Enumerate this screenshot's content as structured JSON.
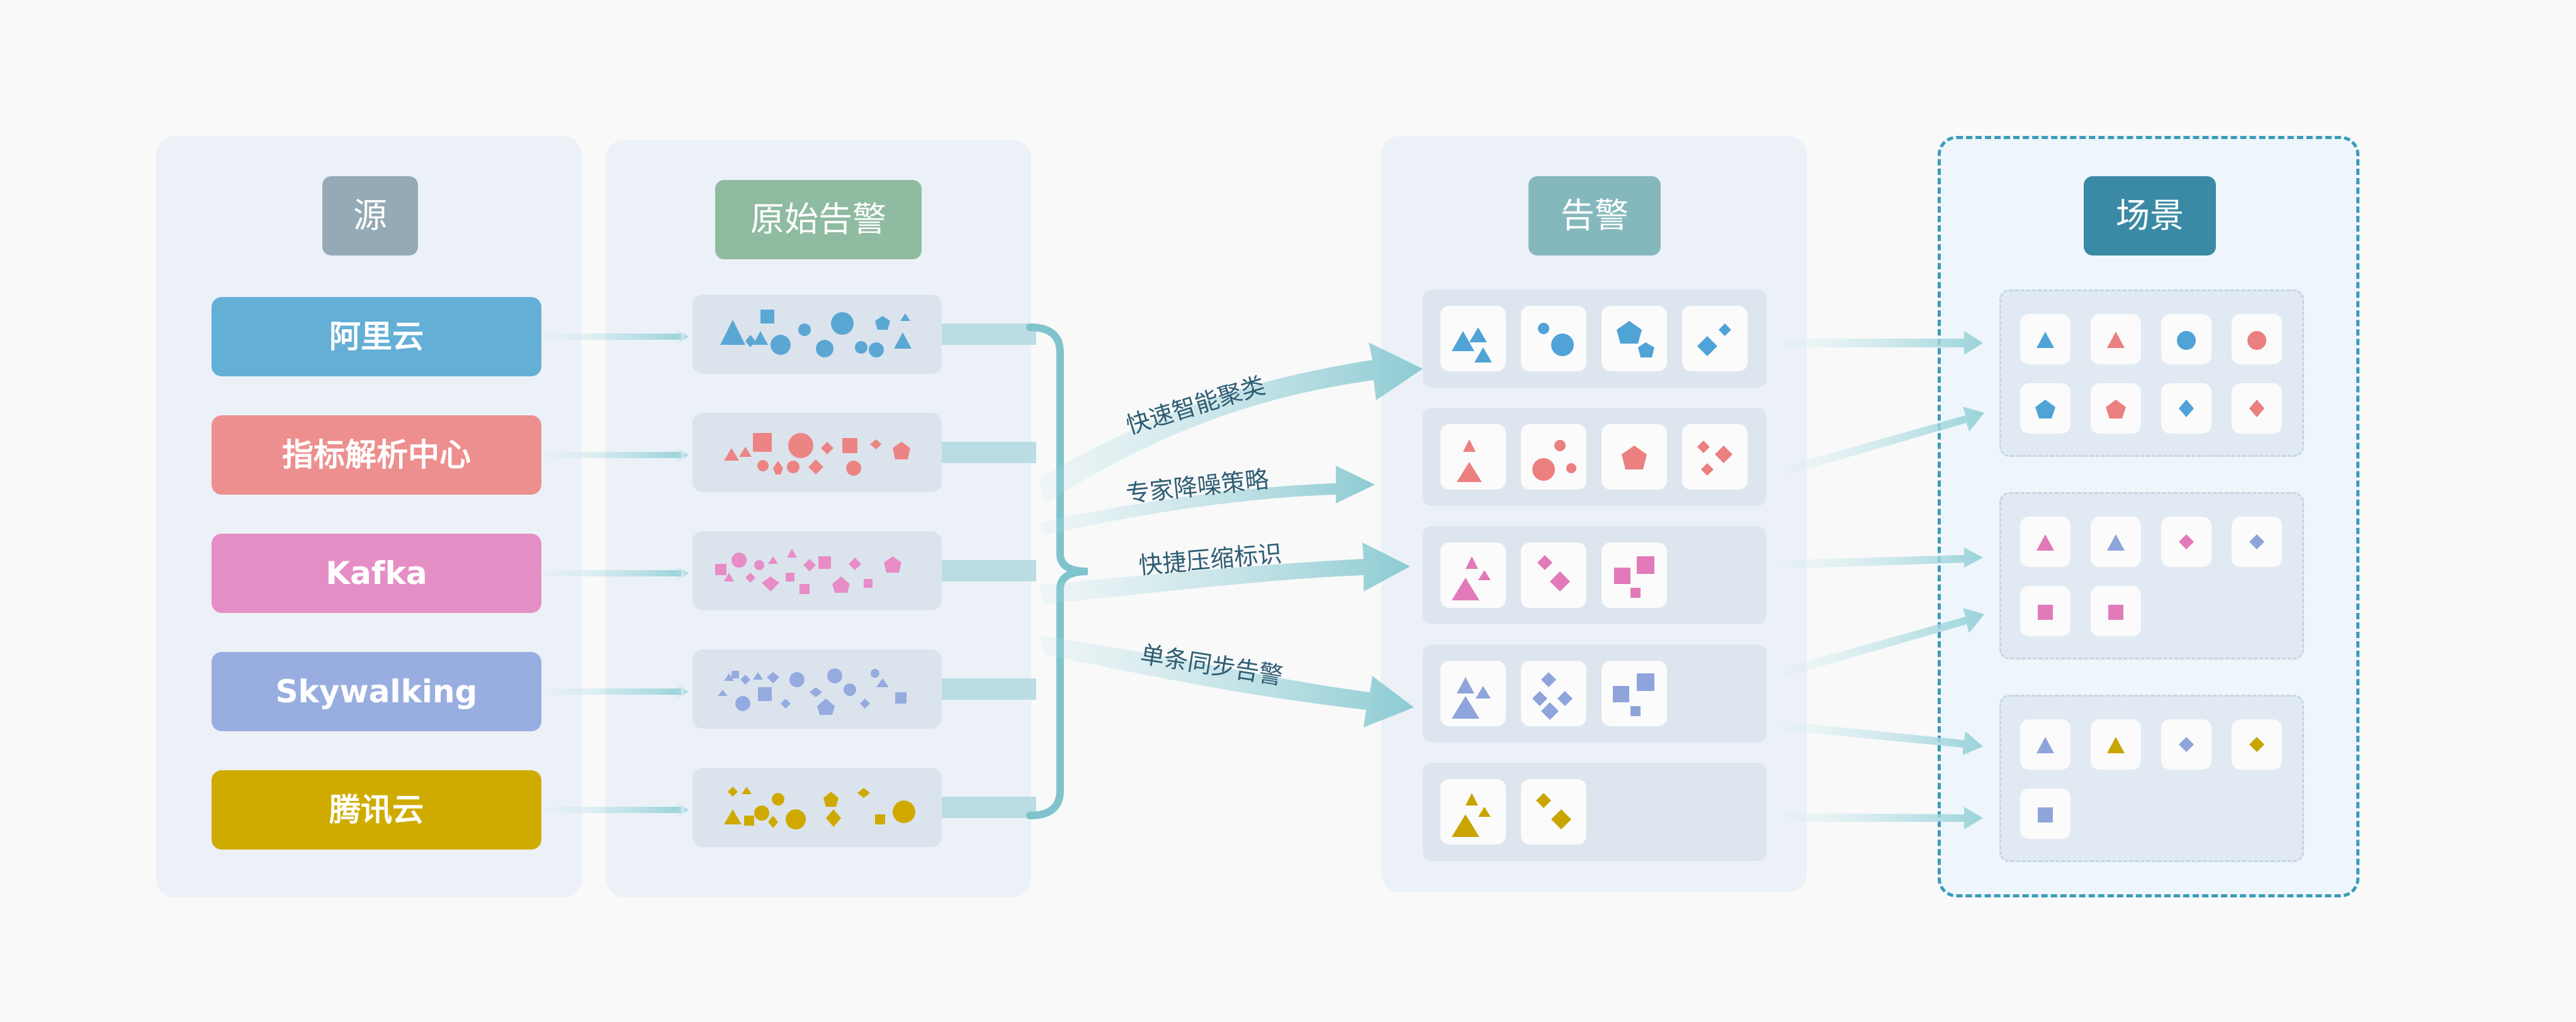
{
  "headers": {
    "source": "源",
    "raw_alerts": "原始告警",
    "alerts": "告警",
    "scenes": "场景"
  },
  "sources": [
    {
      "label": "阿里云",
      "color": "#64afd6"
    },
    {
      "label": "指标解析中心",
      "color": "#ed8f8f"
    },
    {
      "label": "Kafka",
      "color": "#e58ec5"
    },
    {
      "label": "Skywalking",
      "color": "#99aee0"
    },
    {
      "label": "腾讯云",
      "color": "#cfab00"
    }
  ],
  "strategies": [
    "快速智能聚类",
    "专家降噪策略",
    "快捷压缩标识",
    "单条同步告警"
  ],
  "colors": {
    "header_source": "#95a9b6",
    "header_raw": "#8fbba1",
    "header_alert": "#85b8bd",
    "header_scene": "#3a8aa5",
    "flow": "#8ccbd2",
    "scene_border": "#3a9cb8"
  },
  "icons": [
    "triangle-icon",
    "circle-icon",
    "pentagon-icon",
    "diamond-icon",
    "square-icon"
  ]
}
